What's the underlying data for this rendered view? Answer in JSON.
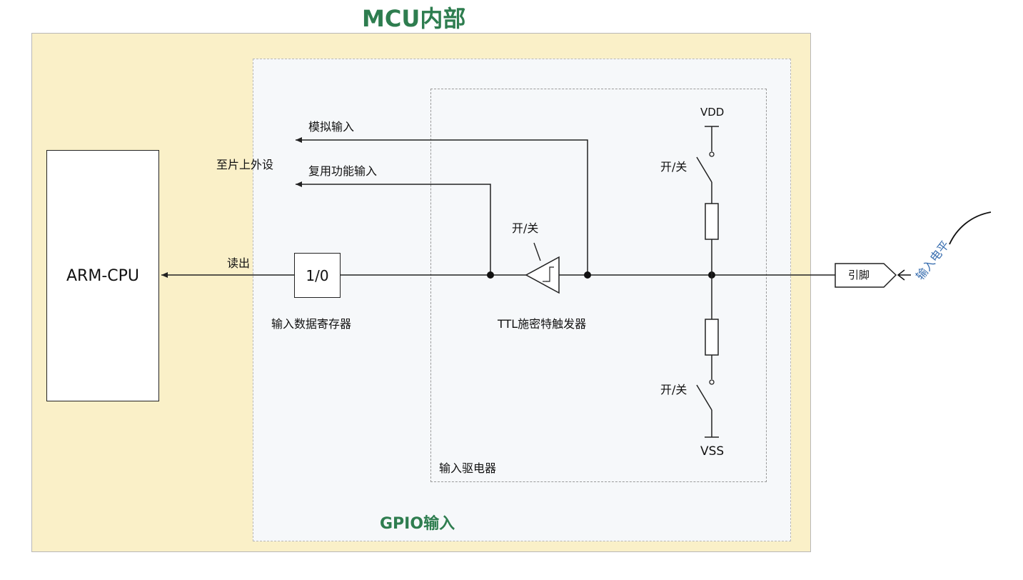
{
  "title": "MCU内部",
  "gpio_label": "GPIO输入",
  "cpu_label": "ARM-CPU",
  "read_label": "读出",
  "register": {
    "value": "1/0",
    "label": "输入数据寄存器"
  },
  "peripheral_label": "至片上外设",
  "analog_input_label": "模拟输入",
  "alt_function_label": "复用功能输入",
  "schmitt": {
    "switch_label": "开/关",
    "label": "TTL施密特触发器"
  },
  "driver_label": "输入驱电器",
  "vdd_label": "VDD",
  "vss_label": "VSS",
  "upper_switch_label": "开/关",
  "lower_switch_label": "开/关",
  "pin_label": "引脚",
  "input_level_label": "输入电平",
  "colors": {
    "title_green": "#2e7d4f",
    "mcu_background": "#faf0c8",
    "gpio_background": "#f6f8fa",
    "annotation_blue": "#3a6fb0"
  }
}
